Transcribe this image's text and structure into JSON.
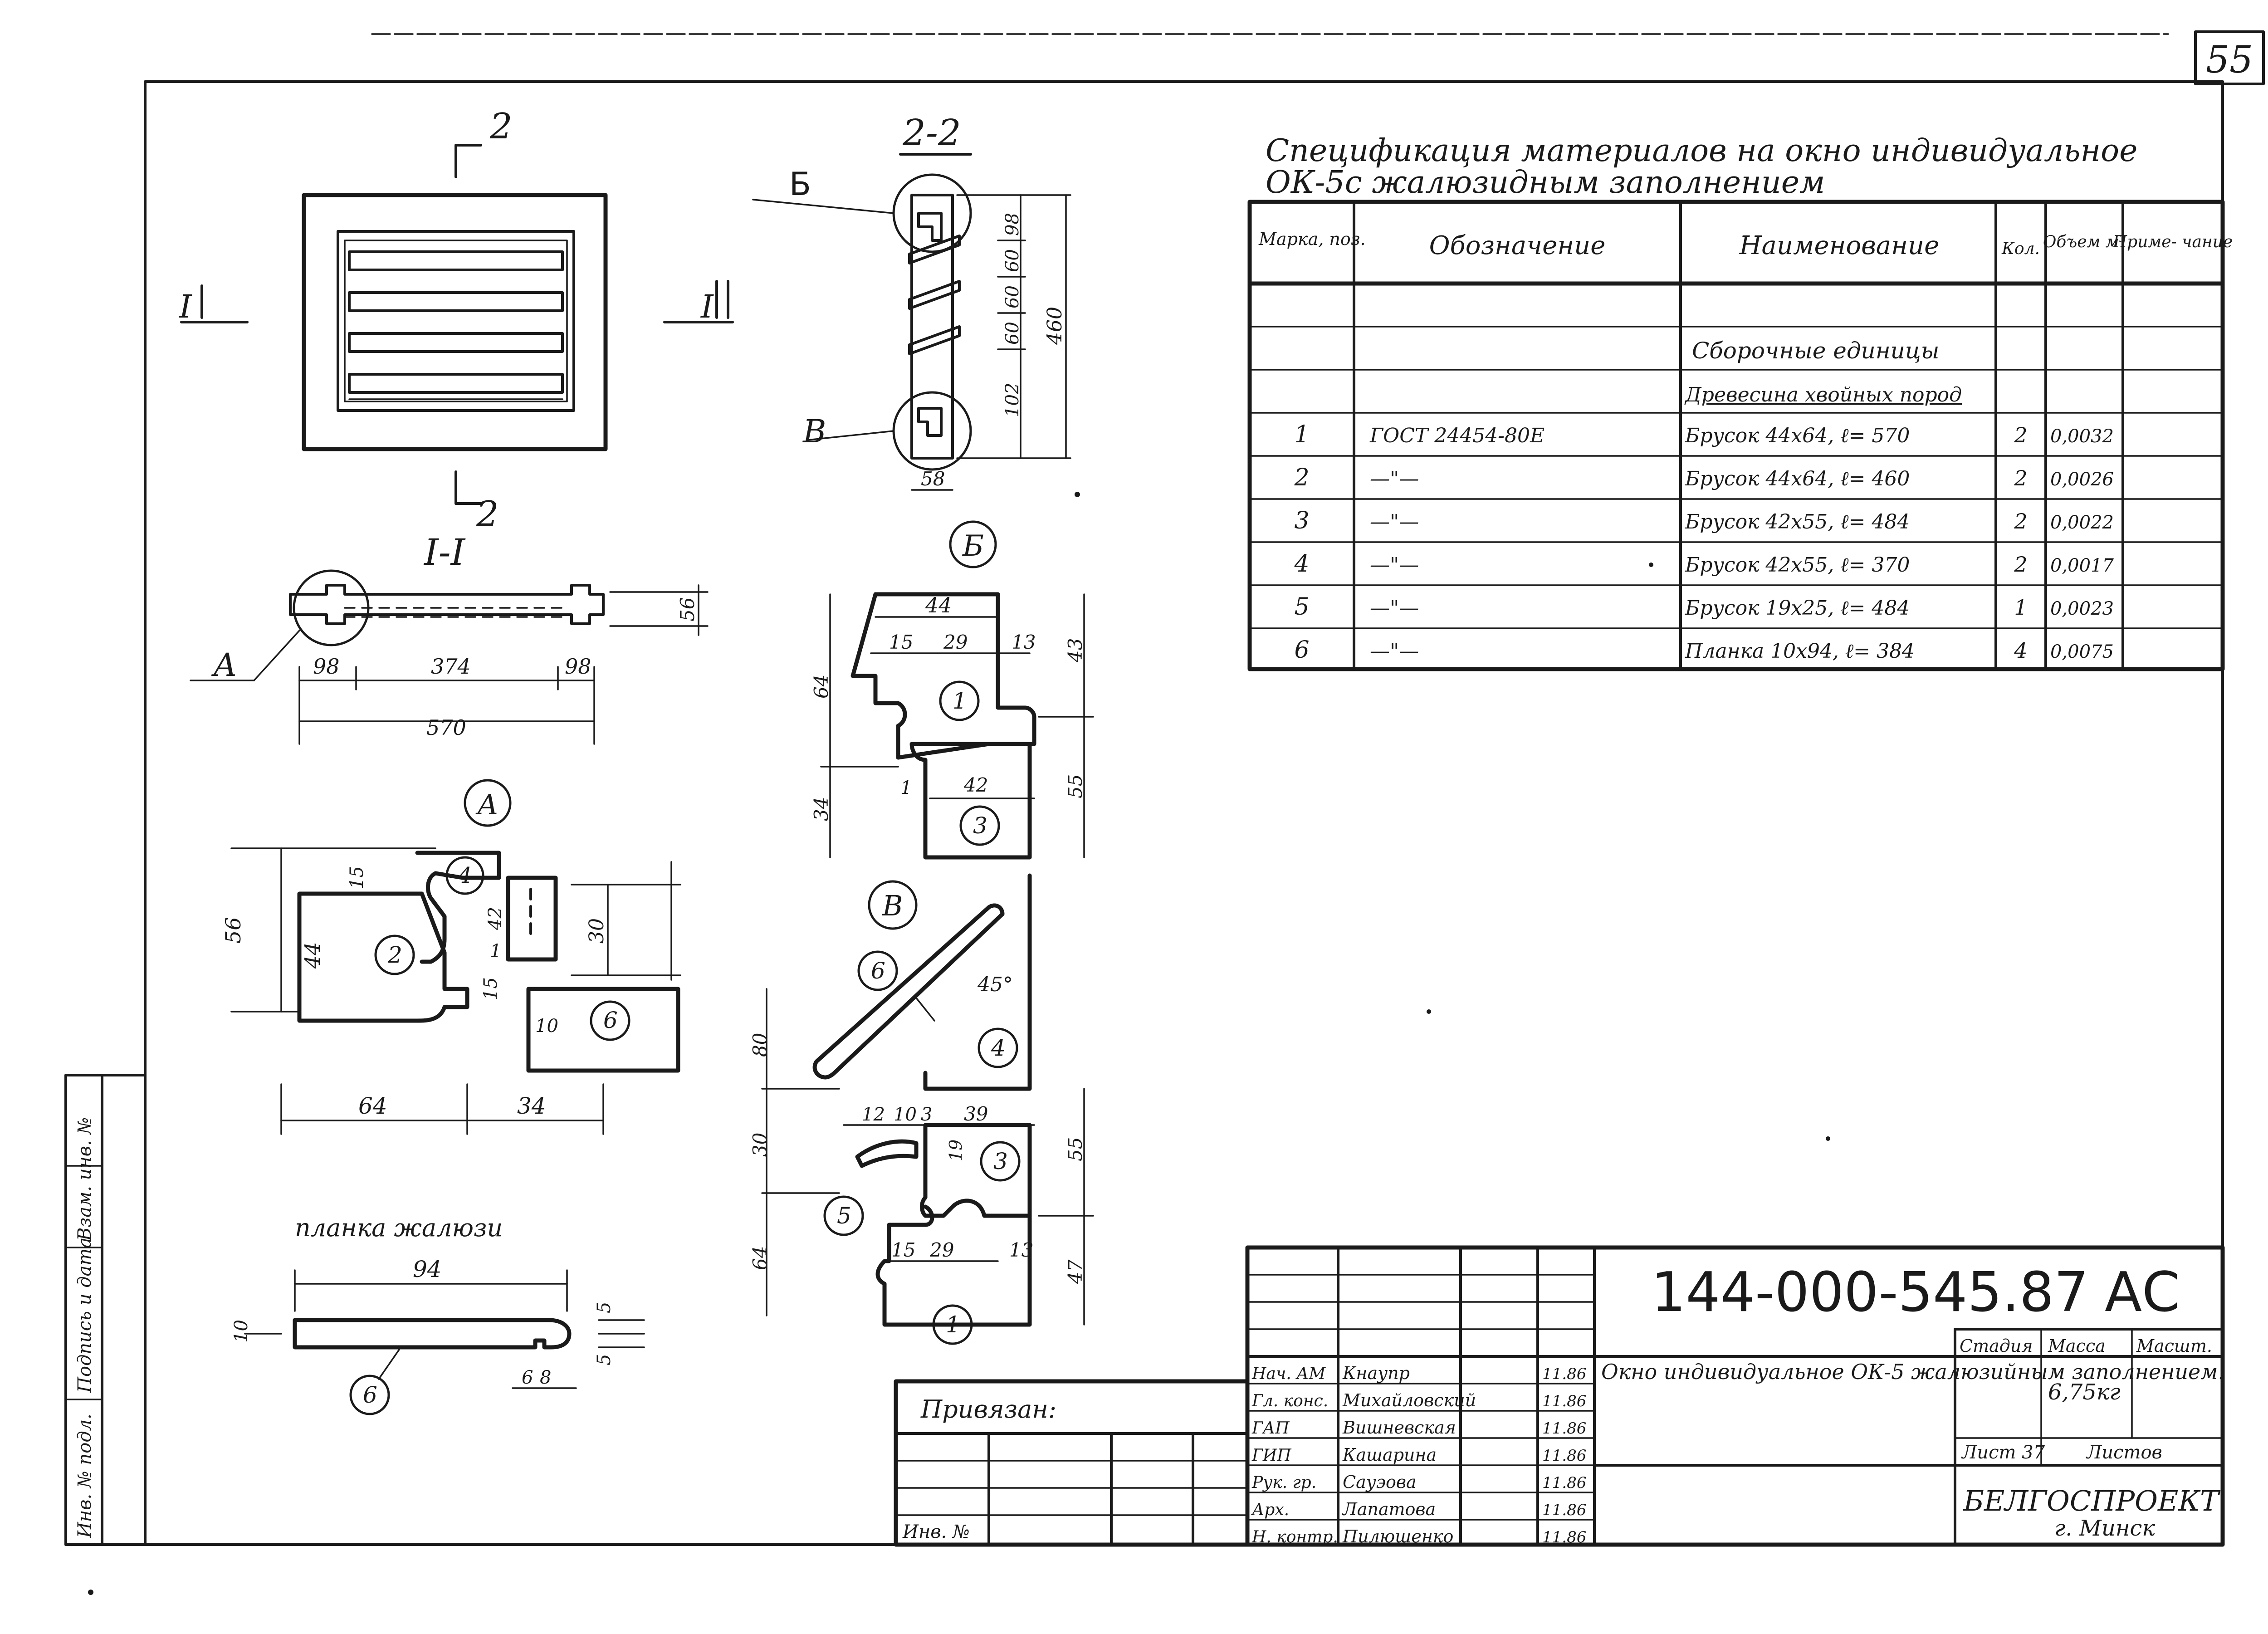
{
  "sheet_number": "55",
  "spec": {
    "title_line1": "Спецификация материалов на окно индивидуальное",
    "title_line2": "ОК-5с жалюзидным заполнением",
    "headers": {
      "mark": "Марка, поз.",
      "designation": "Обозначение",
      "name": "Наименование",
      "qty": "Кол.",
      "volume": "Объем м³",
      "note": "Приме- чание"
    },
    "group_label": "Сборочные единицы",
    "material_label": "Древесина хвойных пород",
    "rows": [
      {
        "mark": "1",
        "designation": "ГОСТ 24454-80Е",
        "name": "Брусок 44х64, ℓ= 570",
        "qty": "2",
        "volume": "0,0032",
        "note": ""
      },
      {
        "mark": "2",
        "designation": "—\"—",
        "name": "Брусок 44х64, ℓ= 460",
        "qty": "2",
        "volume": "0,0026",
        "note": ""
      },
      {
        "mark": "3",
        "designation": "—\"—",
        "name": "Брусок 42х55, ℓ= 484",
        "qty": "2",
        "volume": "0,0022",
        "note": ""
      },
      {
        "mark": "4",
        "designation": "—\"—",
        "name": "Брусок 42х55, ℓ= 370",
        "qty": "2",
        "volume": "0,0017",
        "note": ""
      },
      {
        "mark": "5",
        "designation": "—\"—",
        "name": "Брусок 19х25, ℓ= 484",
        "qty": "1",
        "volume": "0,0023",
        "note": ""
      },
      {
        "mark": "6",
        "designation": "—\"—",
        "name": "Планка 10х94, ℓ= 384",
        "qty": "4",
        "volume": "0,0075",
        "note": ""
      }
    ]
  },
  "drawings": {
    "front_section_mark": "2",
    "section_mark_1": "I",
    "section_1_1_title": "I-I",
    "section_2_2_title": "2-2",
    "callout_a": "А",
    "callout_b": "Б",
    "callout_v": "В",
    "section1_dims": {
      "left": "98",
      "mid": "374",
      "right": "98",
      "total": "570",
      "height": "56"
    },
    "section22_dims": {
      "d1": "98",
      "d2": "60",
      "d3": "60",
      "d4": "60",
      "d5": "102",
      "total": "460",
      "width": "58"
    },
    "detail_a_dims": {
      "d15a": "15",
      "d42": "42",
      "d30": "30",
      "d56": "56",
      "d44": "44",
      "d15b": "15",
      "d1": "1",
      "d10": "10",
      "d64": "64",
      "d34": "34"
    },
    "detail_b_dims": {
      "d44": "44",
      "d15": "15",
      "d29": "29",
      "d13": "13",
      "d43": "43",
      "d64": "64",
      "d1": "1",
      "d42": "42",
      "d34": "34",
      "d55": "55"
    },
    "detail_v_dims": {
      "d80": "80",
      "d45": "45°",
      "d12": "12",
      "d10": "10",
      "d3": "3",
      "d39": "39",
      "d19": "19",
      "d55": "55",
      "d30": "30",
      "d64": "64",
      "d15": "15",
      "d29": "29",
      "d13": "13",
      "d47": "47"
    },
    "planka_title": "планка жалюзи",
    "planka_dims": {
      "len": "94",
      "h": "10",
      "d5a": "5",
      "d5b": "5",
      "d6": "6",
      "d8": "8"
    },
    "pos": [
      "1",
      "2",
      "3",
      "4",
      "5",
      "6"
    ]
  },
  "binding": {
    "label": "Привязан:",
    "inv_label": "Инв. №"
  },
  "side_stamp": {
    "inv_podl": "Инв. № подл.",
    "podpis": "Подпись и дата",
    "vzam": "Взам. инв. №"
  },
  "title_block": {
    "code": "144-000-545.87",
    "suffix": "АС",
    "description": "Окно индивидуальное ОК-5 жалюзийным заполнением.",
    "stage_label": "Стадия",
    "mass_label": "Масса",
    "scale_label": "Масшт.",
    "mass_value": "6,75кг",
    "sheet_label": "Лист 37",
    "sheets_label": "Листов",
    "org": "БЕЛГОСПРОЕКТ",
    "city": "г. Минск",
    "staff": [
      {
        "role": "Нач. АМ",
        "name": "Кнаупр",
        "date": "11.86"
      },
      {
        "role": "Гл. конс.",
        "name": "Михайловский",
        "date": "11.86"
      },
      {
        "role": "ГАП",
        "name": "Вишневская",
        "date": "11.86"
      },
      {
        "role": "ГИП",
        "name": "Кашарина",
        "date": "11.86"
      },
      {
        "role": "Рук. гр.",
        "name": "Сауэова",
        "date": "11.86"
      },
      {
        "role": "Арх.",
        "name": "Лапатова",
        "date": "11.86"
      },
      {
        "role": "Н. контр.",
        "name": "Пилюшенко",
        "date": "11.86"
      }
    ]
  }
}
